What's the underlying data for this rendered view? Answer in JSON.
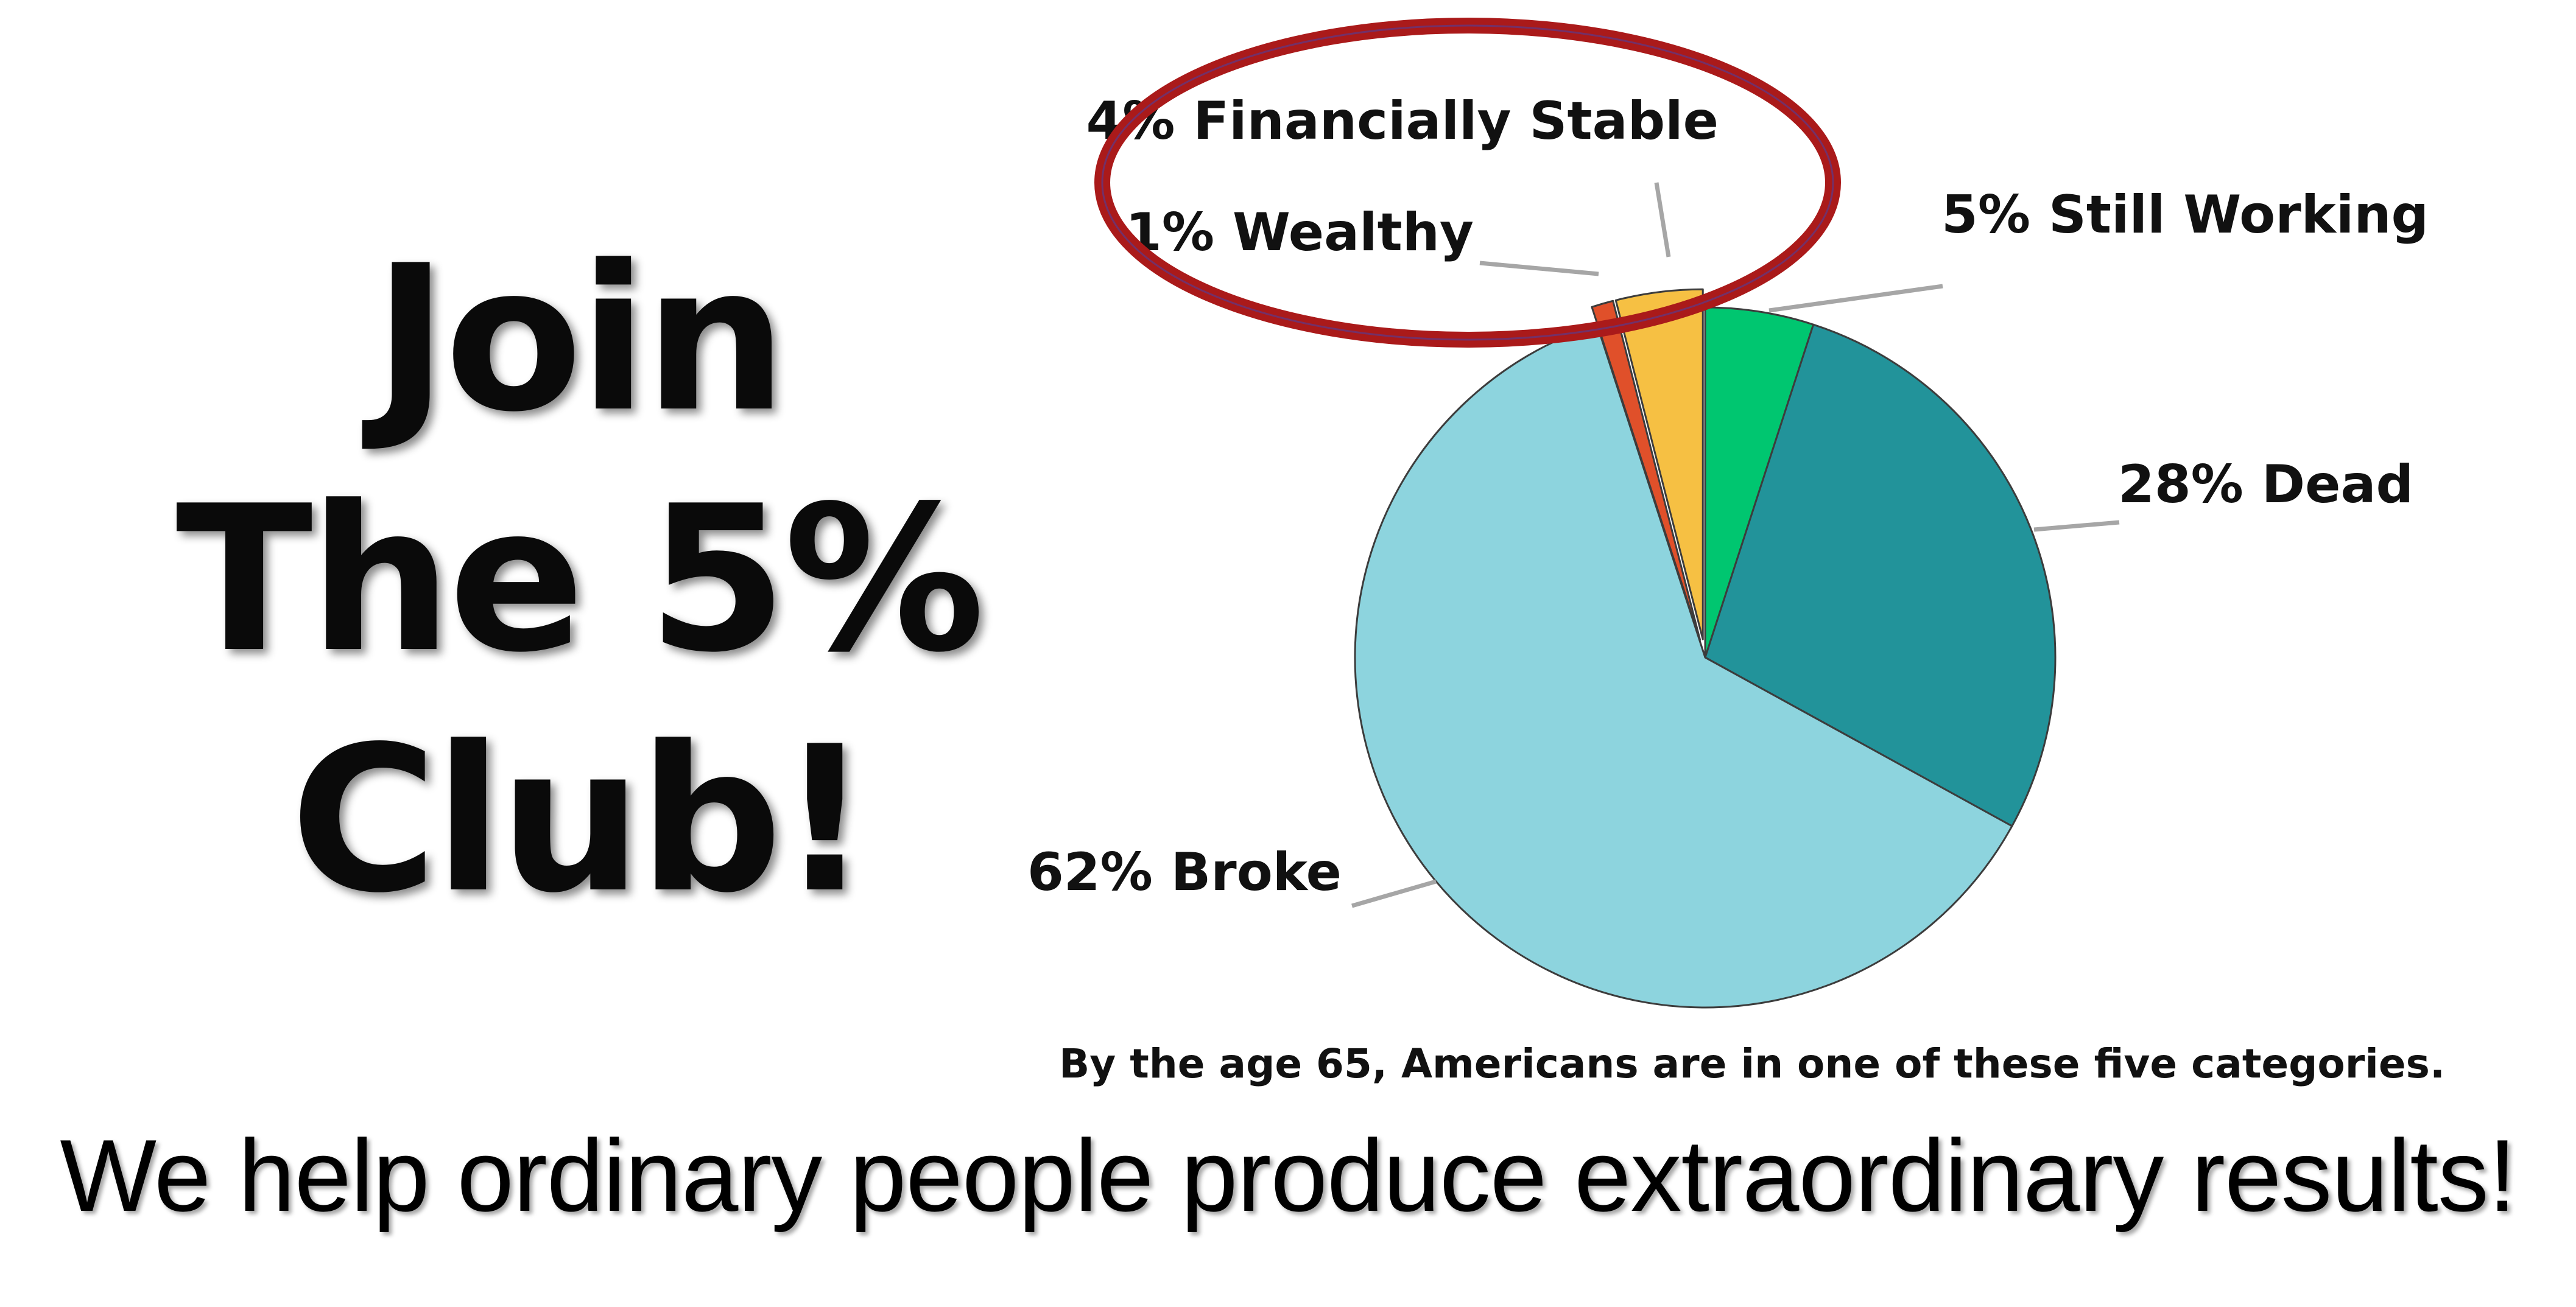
{
  "headline": [
    "Join",
    "The 5%",
    "Club!"
  ],
  "tagline": "We help ordinary people produce extraordinary results!",
  "chart_data": {
    "type": "pie",
    "caption": "By the age 65, Americans are in one of these five categories.",
    "slices": [
      {
        "label": "5% Still Working",
        "value": 5,
        "color": "#00c670",
        "exploded": false
      },
      {
        "label": "28% Dead",
        "value": 28,
        "color": "#22939a",
        "exploded": false
      },
      {
        "label": "62% Broke",
        "value": 62,
        "color": "#8dd4de",
        "exploded": false
      },
      {
        "label": "1% Wealthy",
        "value": 1,
        "color": "#e0502a",
        "exploded": true
      },
      {
        "label": "4% Financially Stable",
        "value": 4,
        "color": "#f6c043",
        "exploded": true
      }
    ],
    "highlight": {
      "target": [
        "1% Wealthy",
        "4% Financially Stable"
      ],
      "shape": "ellipse",
      "color": "#b01c1c"
    }
  }
}
